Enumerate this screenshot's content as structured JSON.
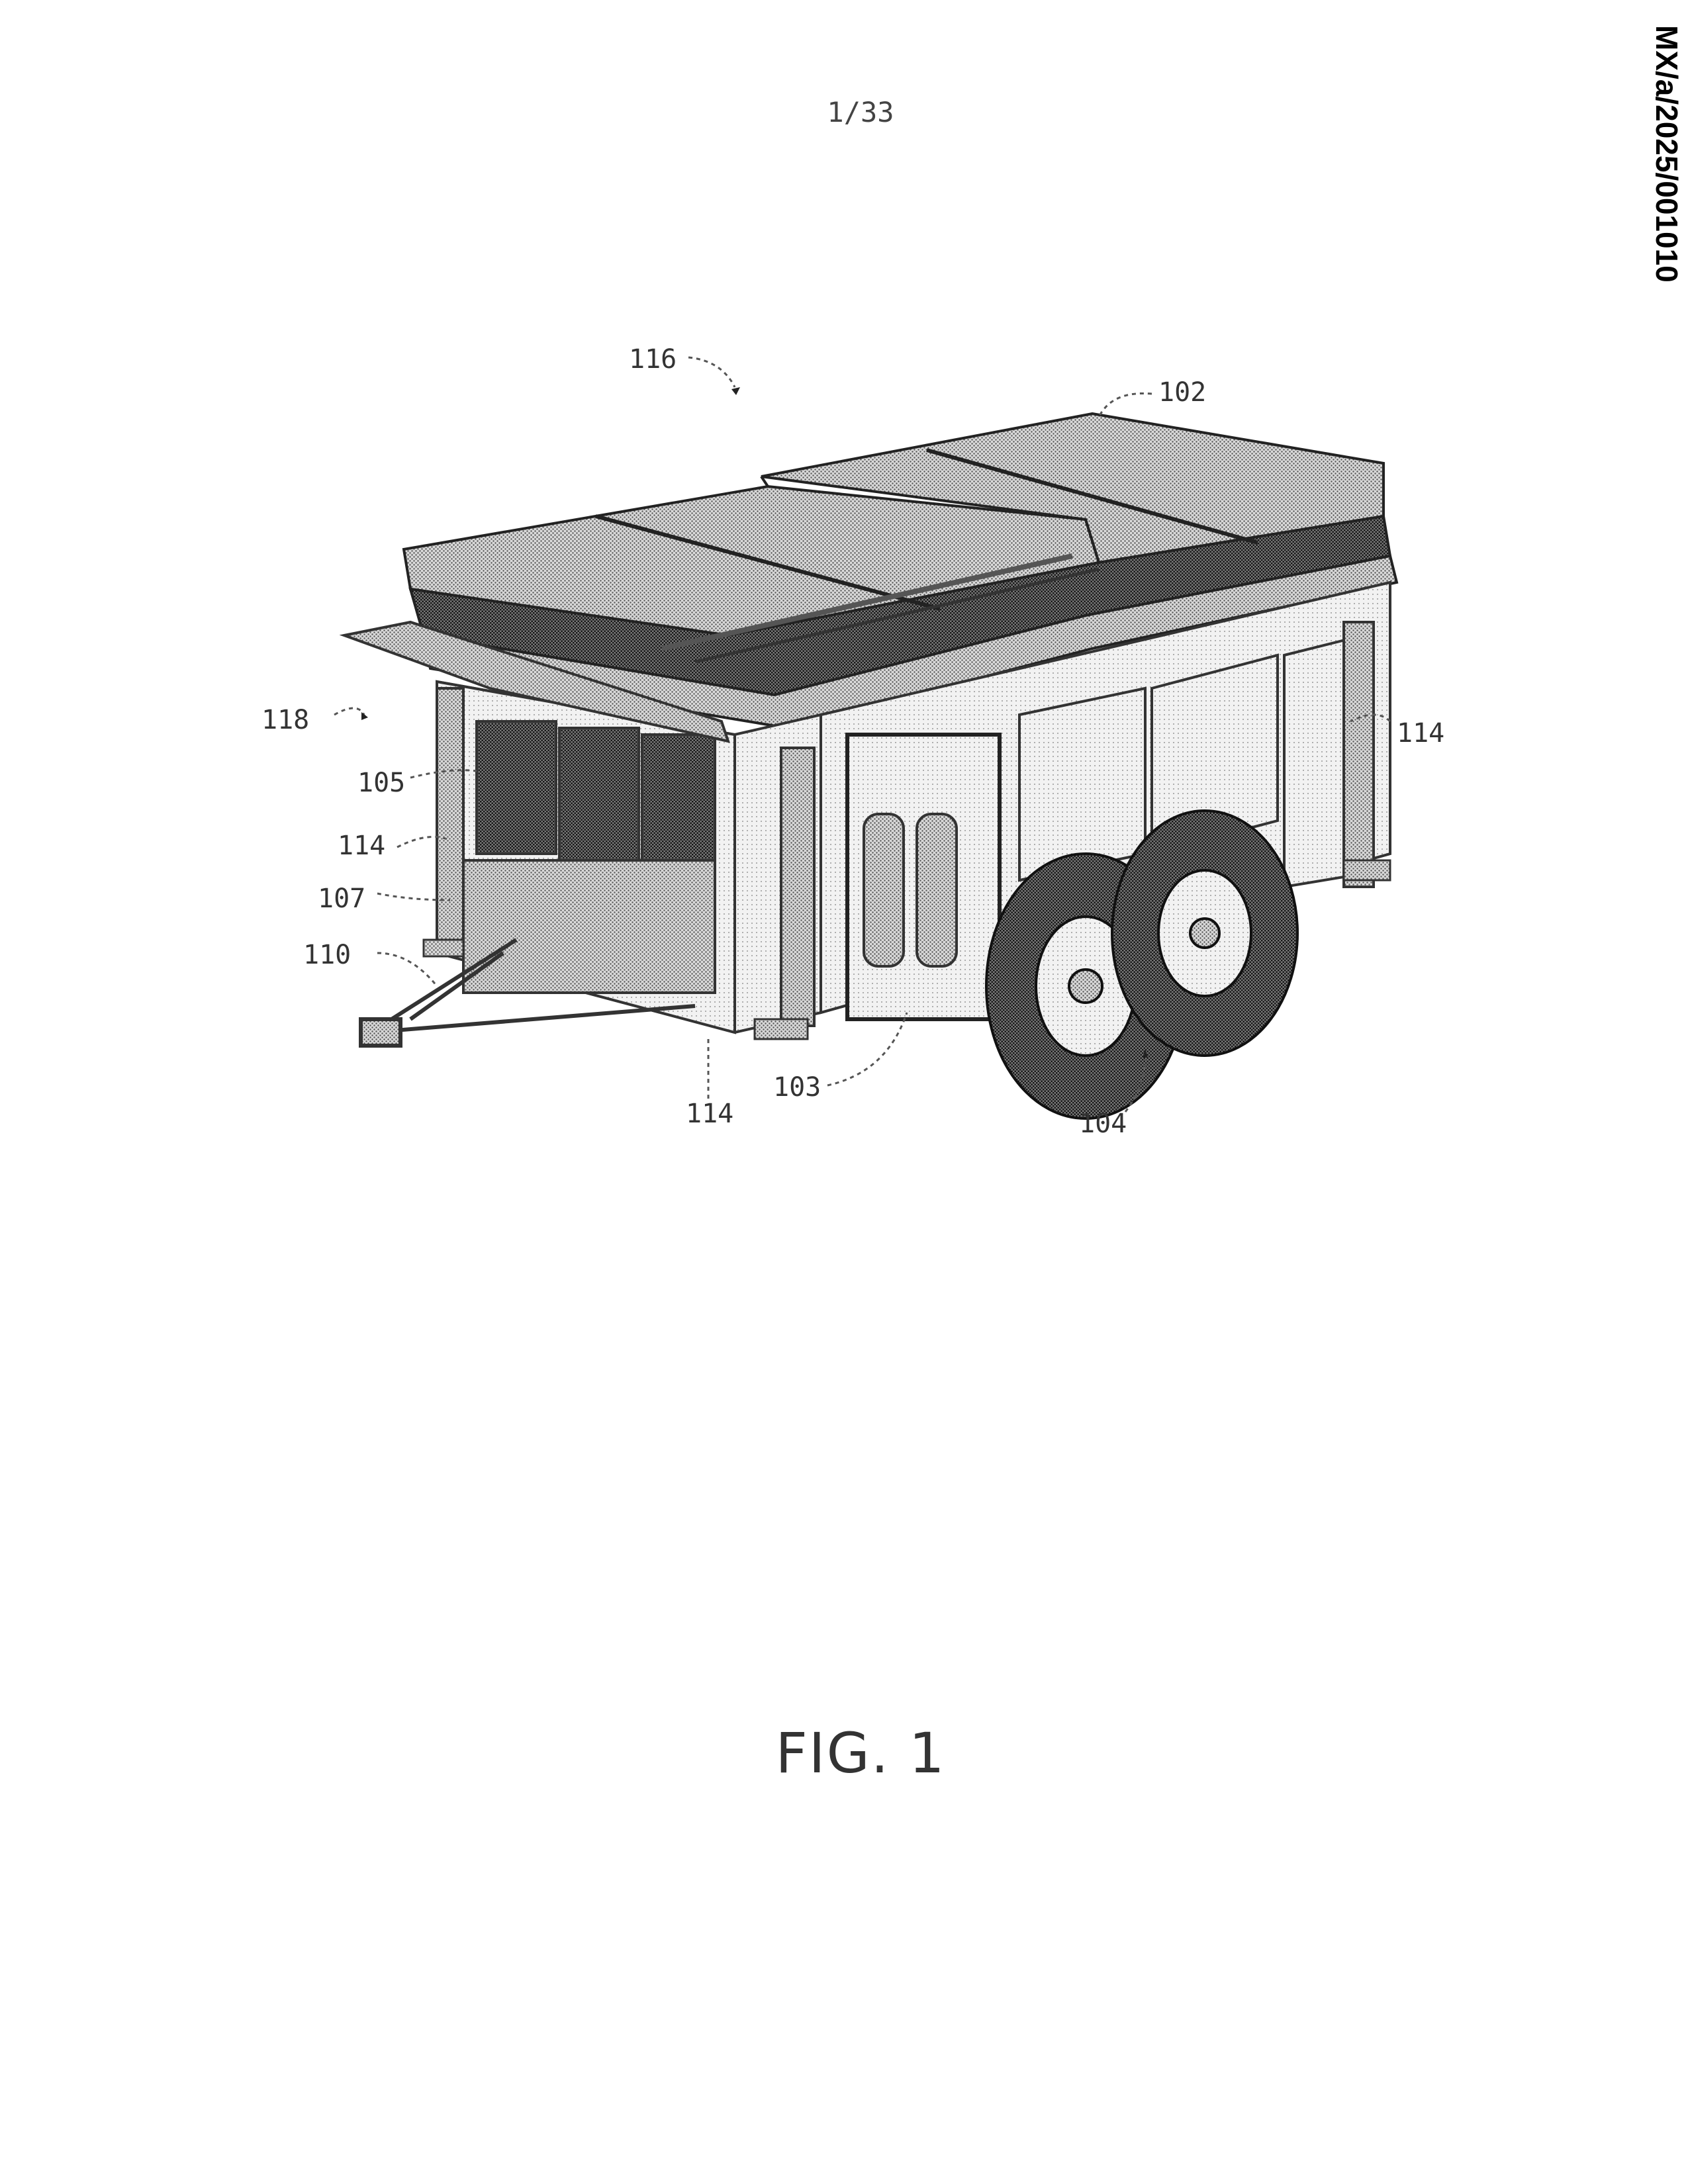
{
  "header": {
    "page_number": "1/33",
    "document_id": "MX/a/2025/001010"
  },
  "figure": {
    "caption": "FIG. 1",
    "reference_numerals": {
      "r116": "116",
      "r102": "102",
      "r118": "118",
      "r105": "105",
      "r114_left": "114",
      "r107": "107",
      "r110": "110",
      "r114_bottom": "114",
      "r103": "103",
      "r104": "104",
      "r114_right": "114"
    }
  }
}
